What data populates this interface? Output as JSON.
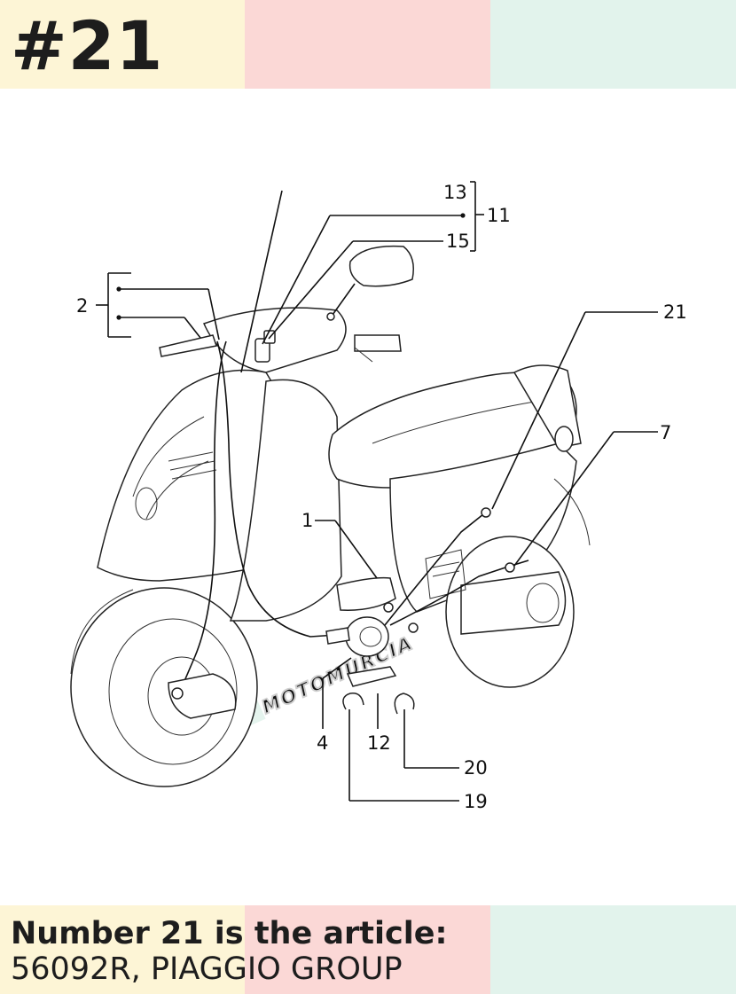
{
  "header": {
    "number": "#21",
    "colors": [
      "#fdf5d6",
      "#fbd8d6",
      "#e2f3ec"
    ]
  },
  "diagram": {
    "callouts": {
      "c1": "1",
      "c2": "2",
      "c4": "4",
      "c7": "7",
      "c11": "11",
      "c12": "12",
      "c13": "13",
      "c15": "15",
      "c19": "19",
      "c20": "20",
      "c21": "21"
    },
    "watermark": "MOTOMURCIA"
  },
  "caption": {
    "line1": "Number 21 is the article:",
    "line2": "56092R, PIAGGIO GROUP"
  }
}
